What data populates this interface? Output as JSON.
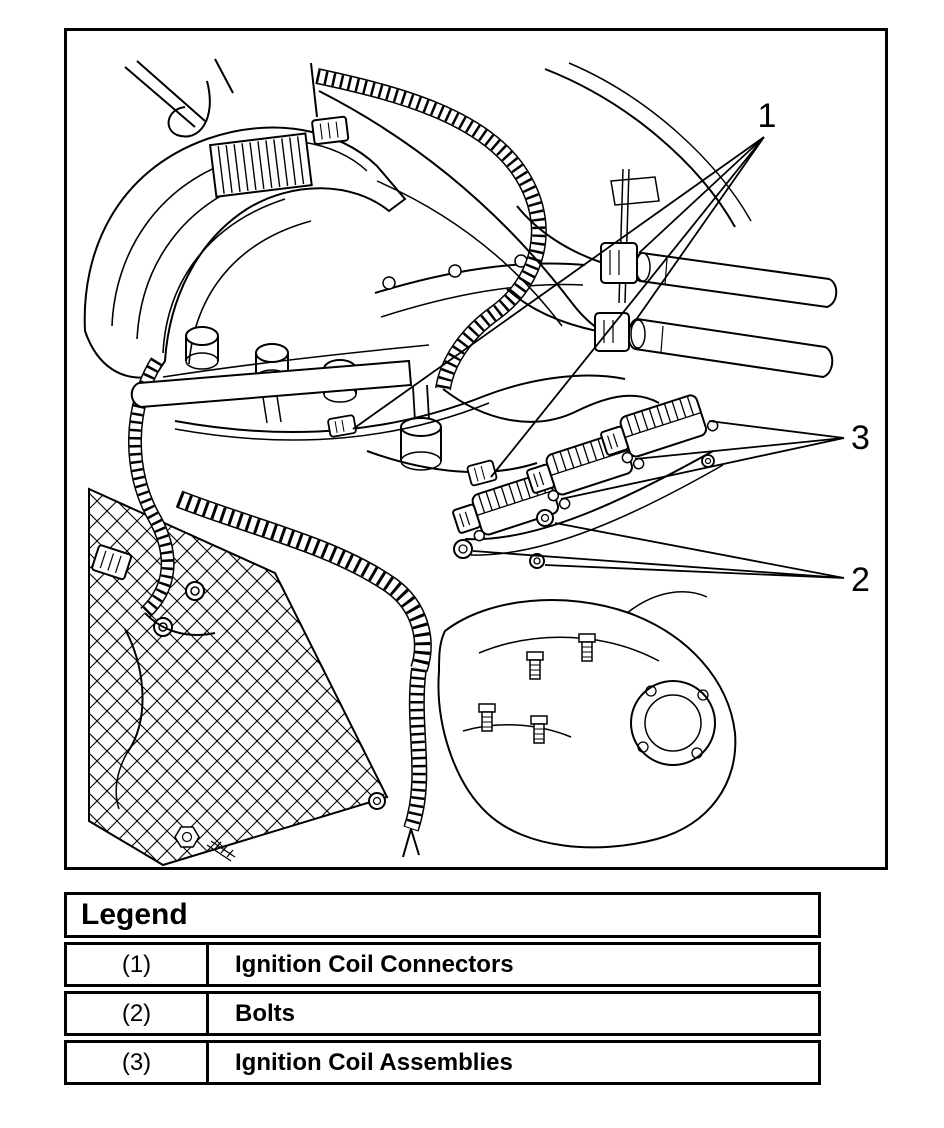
{
  "figure": {
    "description": "Engine line-art diagram with numbered callouts",
    "callouts": [
      {
        "id": "1",
        "label": "1"
      },
      {
        "id": "2",
        "label": "2"
      },
      {
        "id": "3",
        "label": "3"
      }
    ]
  },
  "legend": {
    "title": "Legend",
    "rows": [
      {
        "key": "(1)",
        "label": "Ignition Coil Connectors"
      },
      {
        "key": "(2)",
        "label": "Bolts"
      },
      {
        "key": "(3)",
        "label": "Ignition Coil Assemblies"
      }
    ]
  },
  "colors": {
    "ink": "#000000",
    "paper": "#ffffff"
  }
}
